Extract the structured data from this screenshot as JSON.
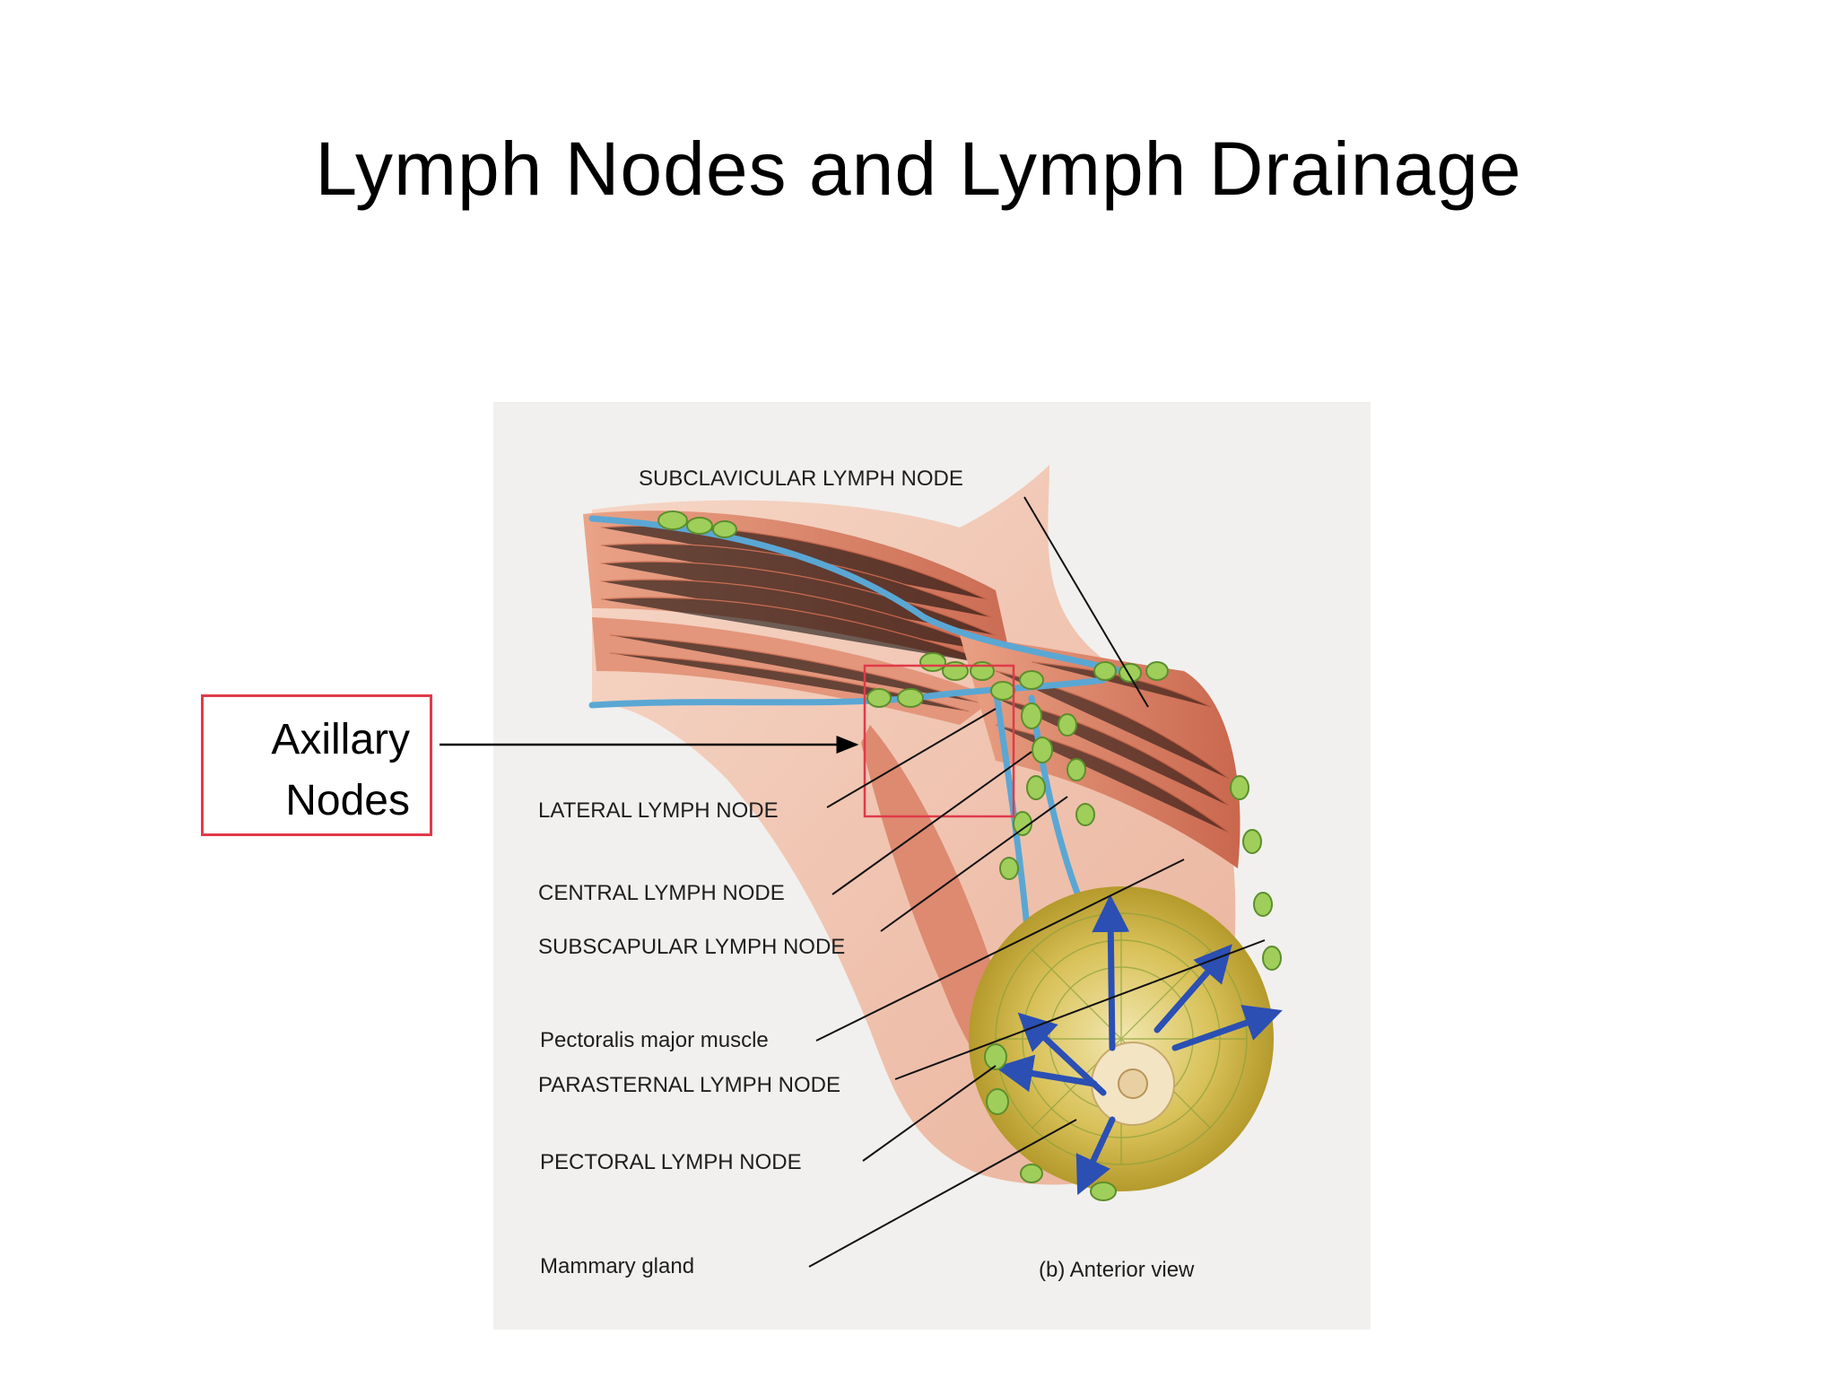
{
  "slide": {
    "title": "Lymph Nodes and Lymph Drainage"
  },
  "callout": {
    "line1": "Axillary",
    "line2": "Nodes",
    "border_color": "#e03a4a"
  },
  "figure": {
    "labels": {
      "subclavicular": "SUBCLAVICULAR LYMPH NODE",
      "lateral": "LATERAL LYMPH NODE",
      "central": "CENTRAL LYMPH NODE",
      "subscapular": "SUBSCAPULAR LYMPH NODE",
      "pectoralis": "Pectoralis major muscle",
      "parasternal": "PARASTERNAL LYMPH NODE",
      "pectoral": "PECTORAL LYMPH NODE",
      "mammary": "Mammary gland",
      "view": "(b) Anterior view"
    },
    "colors": {
      "muscle": "#d9866c",
      "vessel": "#5aa7d4",
      "node": "#9fcf5a",
      "gland": "#cdb53c",
      "arrow": "#2b4fb3",
      "highlight": "#e03a4a"
    }
  }
}
